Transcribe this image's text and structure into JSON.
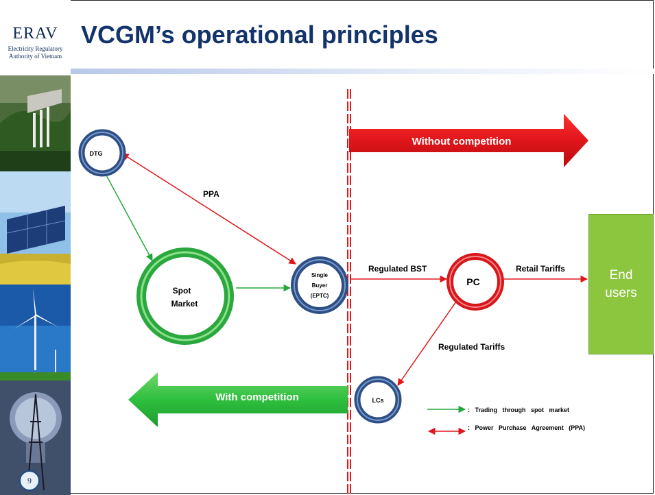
{
  "logo": {
    "title": "ERAV",
    "subtitle": "Electricity Regulatory Authority of Vietnam"
  },
  "slide": {
    "title": "VCGM’s operational principles",
    "page_number": "9"
  },
  "diagram": {
    "nodes": {
      "dtg": "DTG",
      "spot_market_line1": "Spot",
      "spot_market_line2": "Market",
      "single_buyer_line1": "Single",
      "single_buyer_line2": "Buyer",
      "single_buyer_line3": "(EPTC)",
      "pc": "PC",
      "lcs": "LCs",
      "end_users": "End\nusers"
    },
    "edges": {
      "ppa": "PPA",
      "regulated_bst": "Regulated BST",
      "retail_tariffs": "Retail Tariffs",
      "regulated_tariffs": "Regulated Tariffs"
    },
    "banners": {
      "without_competition": "Without competition",
      "with_competition": "With competition"
    },
    "legend": {
      "spot": ": Trading through spot market",
      "ppa": ": Power Purchase Agreement (PPA)"
    },
    "colors": {
      "green": "#22a83a",
      "red": "#e0161b",
      "ring_blue": "#2d4f86",
      "end_users": "#8cc63f",
      "title": "#13336b"
    }
  }
}
